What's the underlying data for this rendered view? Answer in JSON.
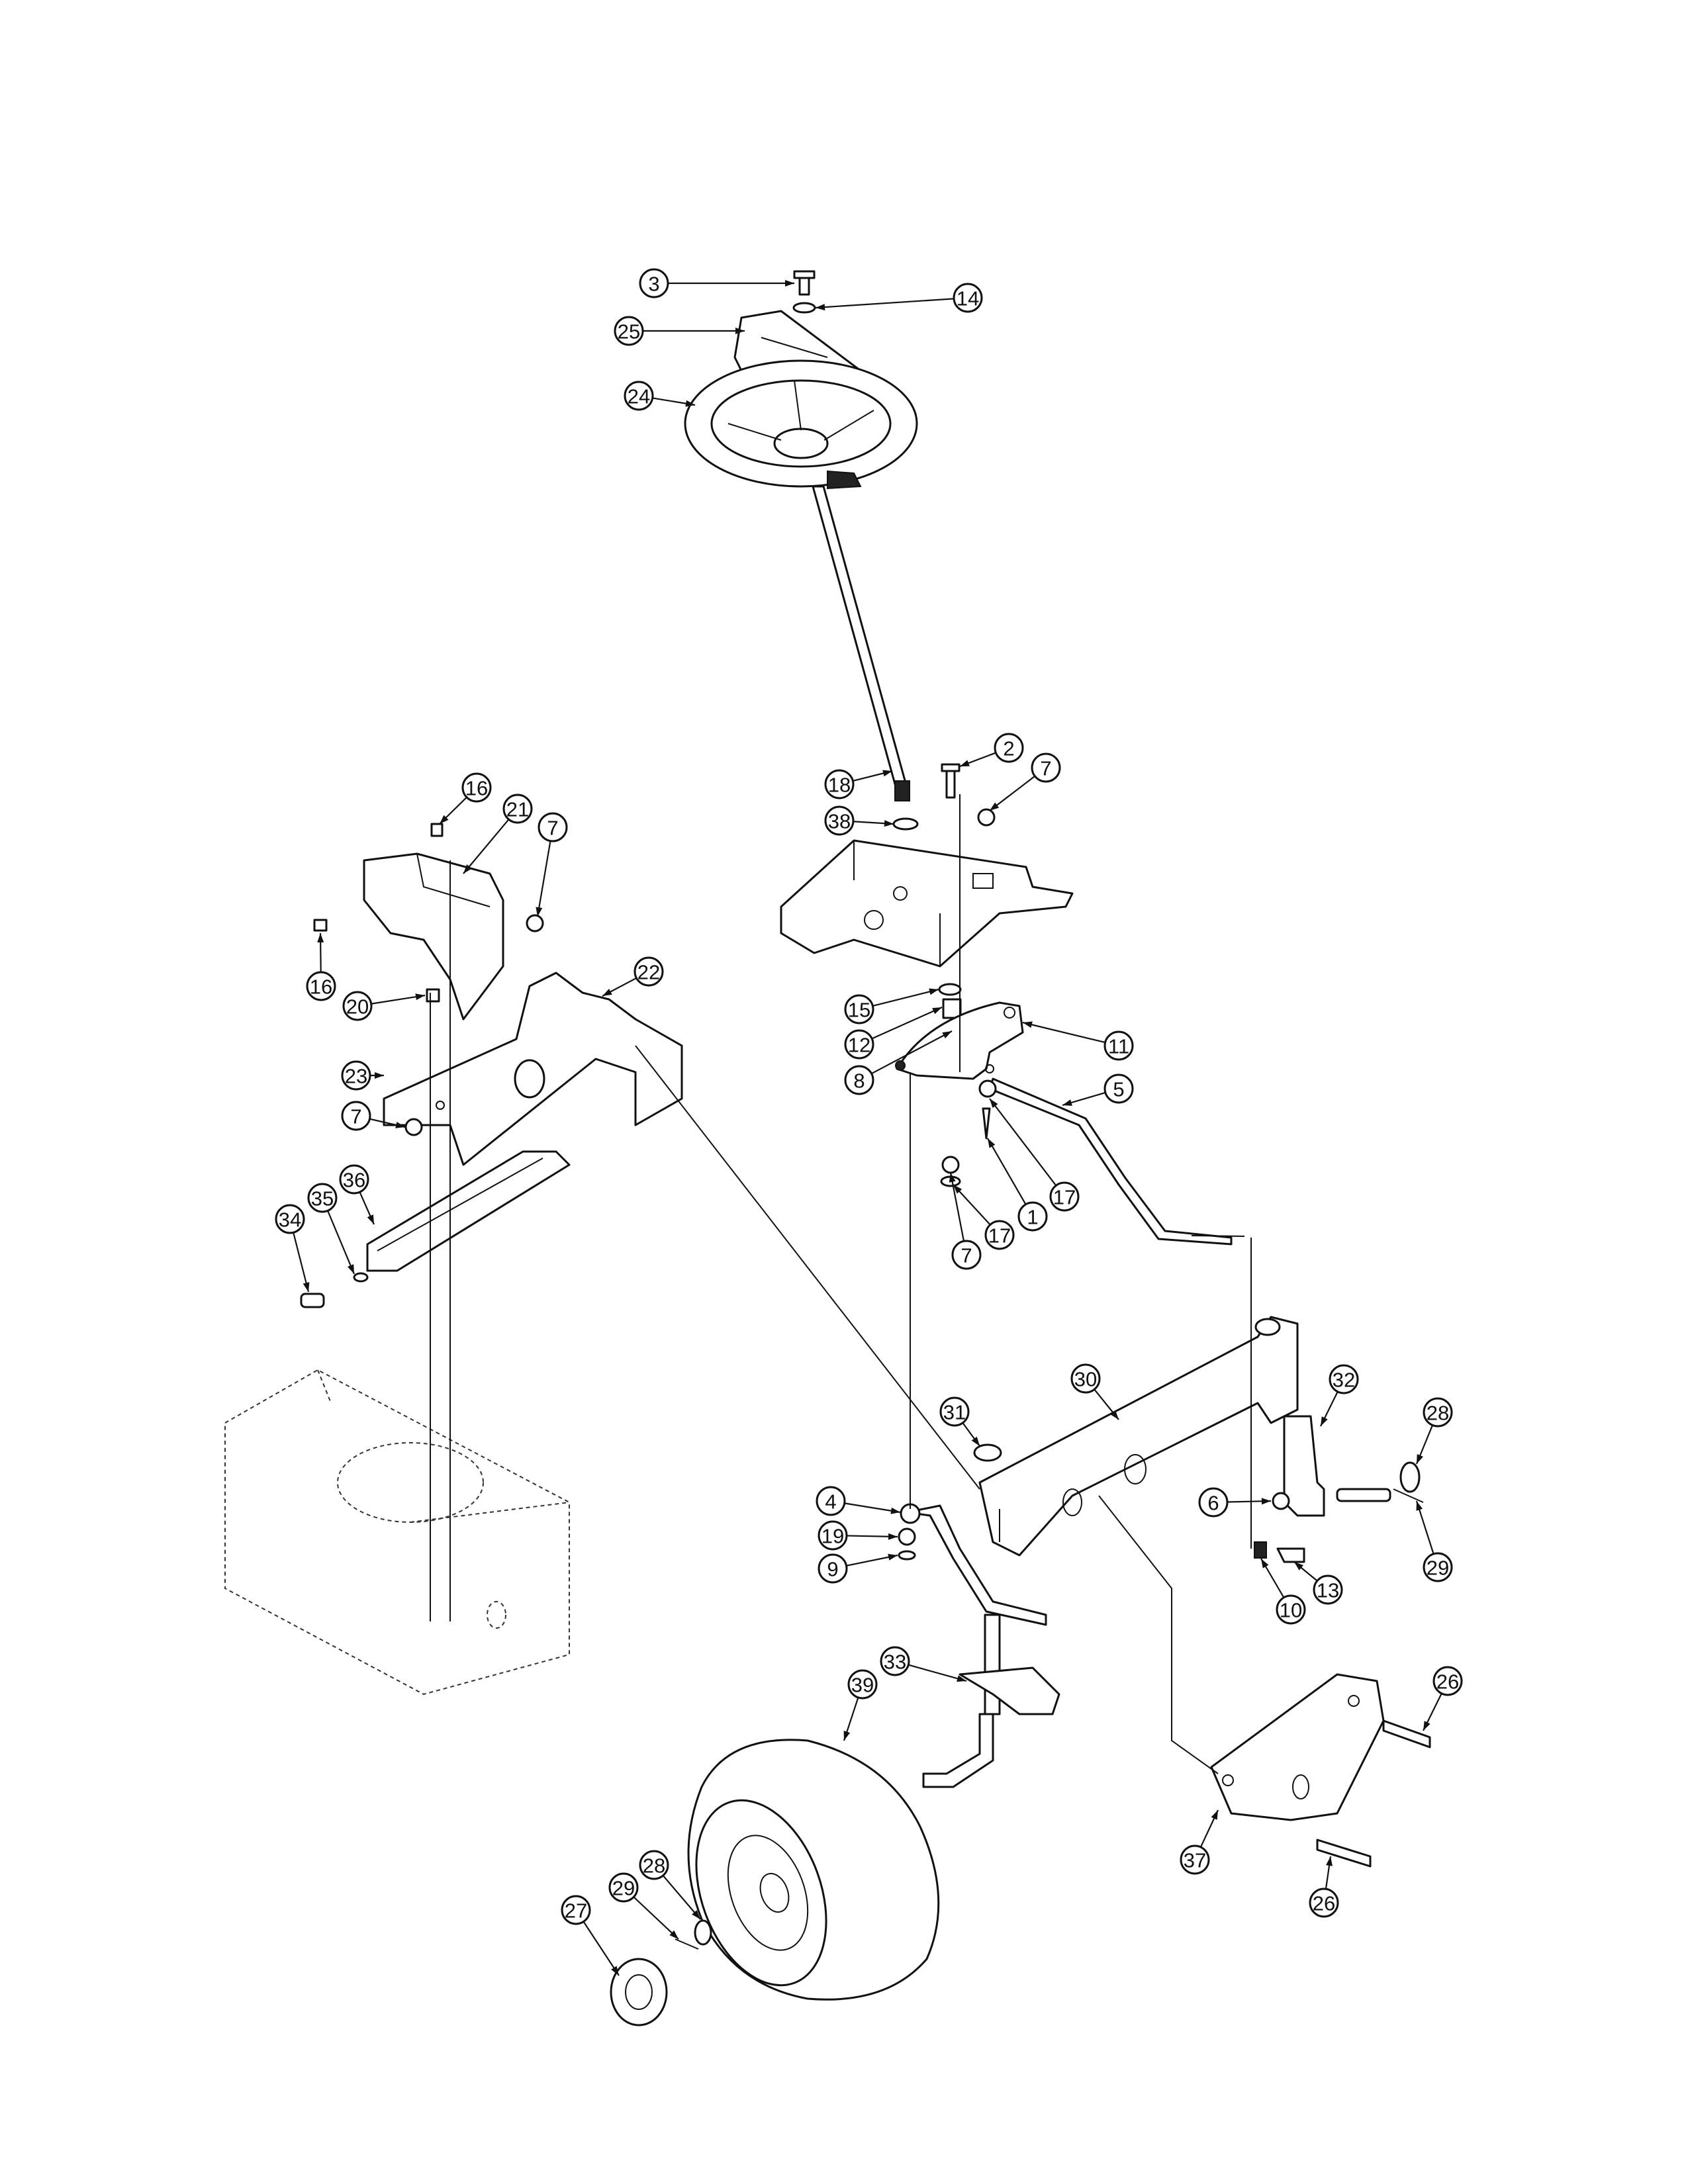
{
  "callouts": [
    {
      "label": "3"
    },
    {
      "label": "14"
    },
    {
      "label": "25"
    },
    {
      "label": "24"
    },
    {
      "label": "18"
    },
    {
      "label": "2"
    },
    {
      "label": "7"
    },
    {
      "label": "38"
    },
    {
      "label": "16"
    },
    {
      "label": "21"
    },
    {
      "label": "7"
    },
    {
      "label": "16"
    },
    {
      "label": "20"
    },
    {
      "label": "22"
    },
    {
      "label": "23"
    },
    {
      "label": "7"
    },
    {
      "label": "15"
    },
    {
      "label": "12"
    },
    {
      "label": "8"
    },
    {
      "label": "11"
    },
    {
      "label": "5"
    },
    {
      "label": "17"
    },
    {
      "label": "1"
    },
    {
      "label": "17"
    },
    {
      "label": "7"
    },
    {
      "label": "36"
    },
    {
      "label": "35"
    },
    {
      "label": "34"
    },
    {
      "label": "30"
    },
    {
      "label": "31"
    },
    {
      "label": "32"
    },
    {
      "label": "28"
    },
    {
      "label": "6"
    },
    {
      "label": "29"
    },
    {
      "label": "13"
    },
    {
      "label": "10"
    },
    {
      "label": "4"
    },
    {
      "label": "19"
    },
    {
      "label": "9"
    },
    {
      "label": "33"
    },
    {
      "label": "39"
    },
    {
      "label": "26"
    },
    {
      "label": "37"
    },
    {
      "label": "26"
    },
    {
      "label": "28"
    },
    {
      "label": "29"
    },
    {
      "label": "27"
    }
  ],
  "icons": {
    "steering_wheel": "steering-wheel-icon",
    "tire": "tire-icon"
  }
}
